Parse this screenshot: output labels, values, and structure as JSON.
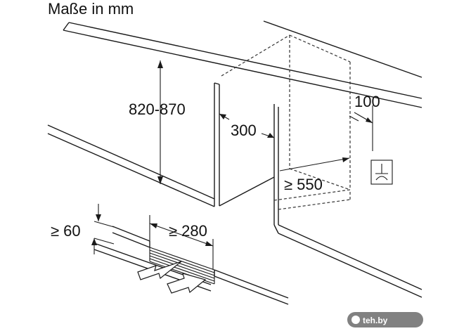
{
  "title": "Maße in mm",
  "dimensions": {
    "height": "820-870",
    "depth_small": "300",
    "clearance": "100",
    "depth": "≥ 550",
    "vent_height": "≥ 60",
    "vent_width": "≥ 280"
  },
  "watermark": "teh.by"
}
